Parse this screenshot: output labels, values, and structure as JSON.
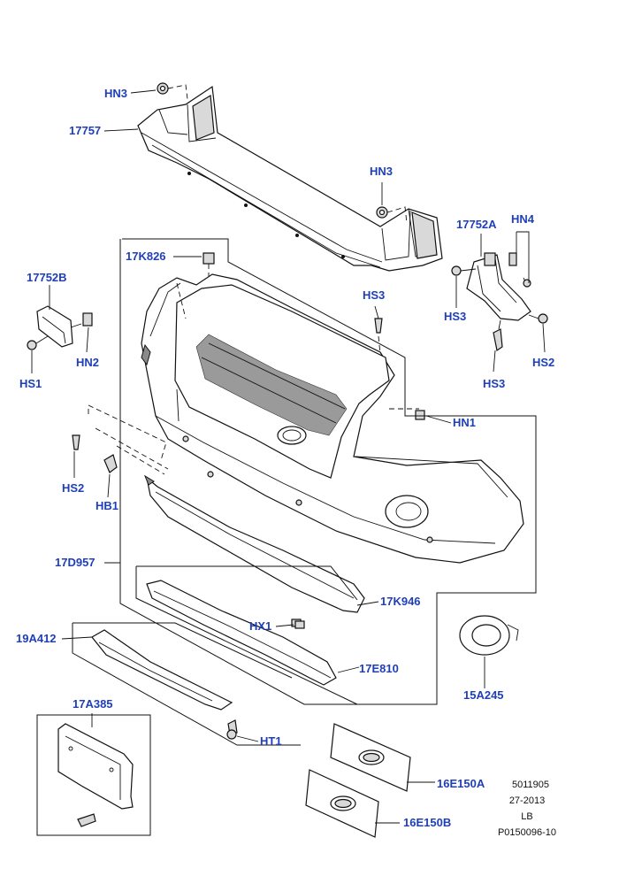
{
  "diagram_labels": {
    "hn3_top": "HN3",
    "p17757": "17757",
    "hn3_mid": "HN3",
    "p17752a": "17752A",
    "hn4": "HN4",
    "p17k826": "17K826",
    "p17752b": "17752B",
    "hs3_mid": "HS3",
    "hs3_right_upper": "HS3",
    "hs2_right": "HS2",
    "hs3_right_lower": "HS3",
    "hn2": "HN2",
    "hs1": "HS1",
    "hn1": "HN1",
    "hs2_left": "HS2",
    "hb1": "HB1",
    "p17d957": "17D957",
    "p17k946": "17K946",
    "hx1": "HX1",
    "p19a412": "19A412",
    "p17e810": "17E810",
    "p15a245": "15A245",
    "p17a385": "17A385",
    "ht1": "HT1",
    "p16e150a": "16E150A",
    "p16e150b": "16E150B"
  },
  "reference_block": {
    "line1": "5011905",
    "line2": "27-2013",
    "line3": "LB",
    "line4": "P0150096-10"
  },
  "colors": {
    "callout": "#1f3fb8",
    "line": "#111111"
  }
}
